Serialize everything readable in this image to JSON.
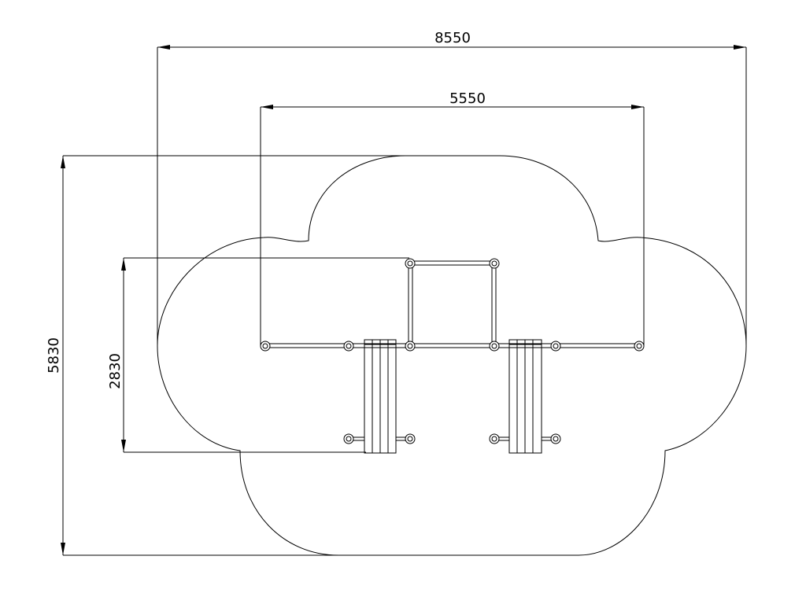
{
  "dimensions": {
    "overall_width": "8550",
    "inner_width": "5550",
    "overall_height": "5830",
    "inner_height": "2830"
  },
  "colors": {
    "background": "#ffffff",
    "line": "#000000"
  }
}
